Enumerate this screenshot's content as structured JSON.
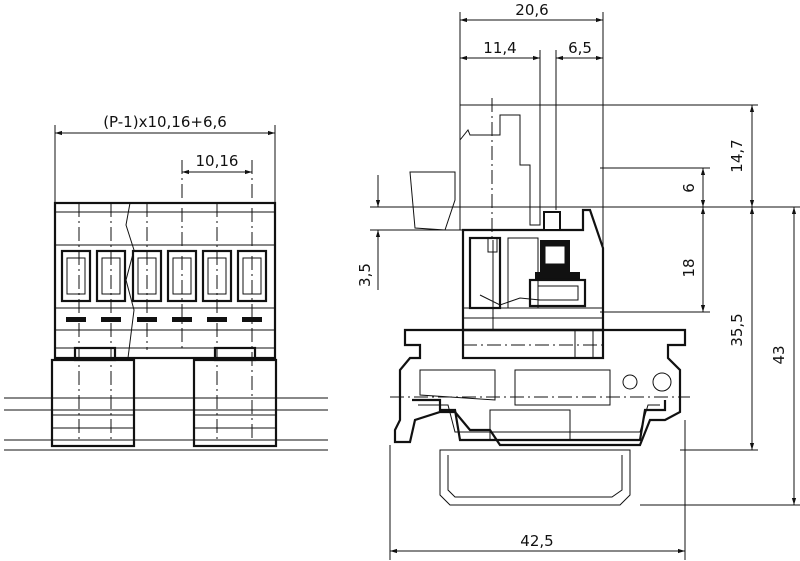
{
  "dimensions": {
    "pitch_formula": "(P-1)x10,16+6,6",
    "pitch": "10,16",
    "overall_depth": "20,6",
    "depth_front": "11,4",
    "depth_rear": "6,5",
    "top_height": "14,7",
    "lever_height": "6",
    "clamp_height": "18",
    "height_to_rail": "35,5",
    "total_height": "43",
    "rail_offset": "3,5",
    "total_width": "42,5"
  }
}
